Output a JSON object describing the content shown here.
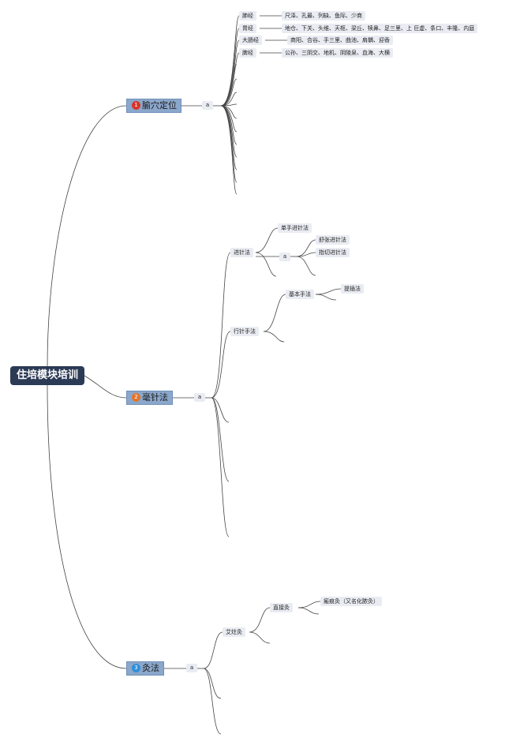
{
  "root": {
    "label": "住培模块培训"
  },
  "hub_label": "a",
  "branches": [
    {
      "label": "腧穴定位",
      "badge": "1",
      "badge_color": "#d9352a",
      "children": [
        {
          "label": "肺经",
          "detail": "尺泽、孔最、列缺、鱼际、少商"
        },
        {
          "label": "胃经",
          "detail": "地仓、下关、头维、天枢、梁丘、犊鼻、足三里、上 巨虚、条口、丰隆、内庭"
        },
        {
          "label": "大肠经",
          "detail": "商阳、合谷、手三里、曲池、肩髃、迎香"
        },
        {
          "label": "脾经",
          "detail": "公孙、三阴交、地机、阴陵泉、血海、大横"
        }
      ]
    },
    {
      "label": "毫针法",
      "badge": "2",
      "badge_color": "#e2762b",
      "children": [
        {
          "label": "进针法",
          "single": "单手进针法",
          "sub": [
            "舒张进针法",
            "指切进针法"
          ]
        },
        {
          "label": "行针手法",
          "basic": "基本手法",
          "basic_child": "提插法"
        }
      ]
    },
    {
      "label": "灸法",
      "badge": "3",
      "badge_color": "#2f8fd8",
      "children": [
        {
          "label": "艾炷灸",
          "direct": "直接灸",
          "direct_child": "瘢痕灸（又名化脓灸）"
        }
      ]
    }
  ],
  "colors": {
    "line": "#444444",
    "root_bg": "#2b3a55",
    "main_bg": "#8ba7cb",
    "node_bg": "#e9ecf2"
  }
}
